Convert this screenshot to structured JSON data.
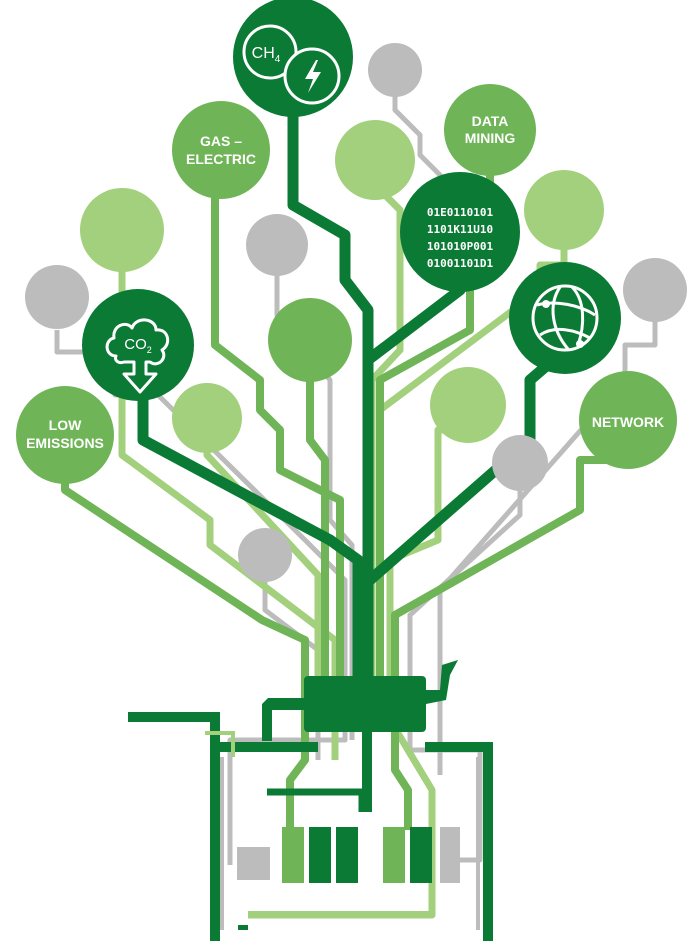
{
  "colors": {
    "dark": "#0b7a35",
    "medium": "#6fb557",
    "light": "#a3d07c",
    "gray": "#bcbcbc",
    "white": "#ffffff"
  },
  "nodes": {
    "methane": {
      "formula_main": "CH",
      "formula_sub": "4",
      "icon": "lightning-bolt-icon"
    },
    "gas_electric": {
      "line1": "GAS –",
      "line2": "ELECTRIC"
    },
    "data_mining": {
      "line1": "DATA",
      "line2": "MINING"
    },
    "binary": {
      "rows": [
        "01E0110101",
        "1101K11U10",
        "101010P001",
        "01001101D1"
      ]
    },
    "co2": {
      "formula_main": "CO",
      "formula_sub": "2",
      "icon": "cloud-down-arrow-icon"
    },
    "low_emissions": {
      "line1": "LOW",
      "line2": "EMISSIONS"
    },
    "network": {
      "label": "NETWORK",
      "icon": "globe-network-icon"
    }
  }
}
